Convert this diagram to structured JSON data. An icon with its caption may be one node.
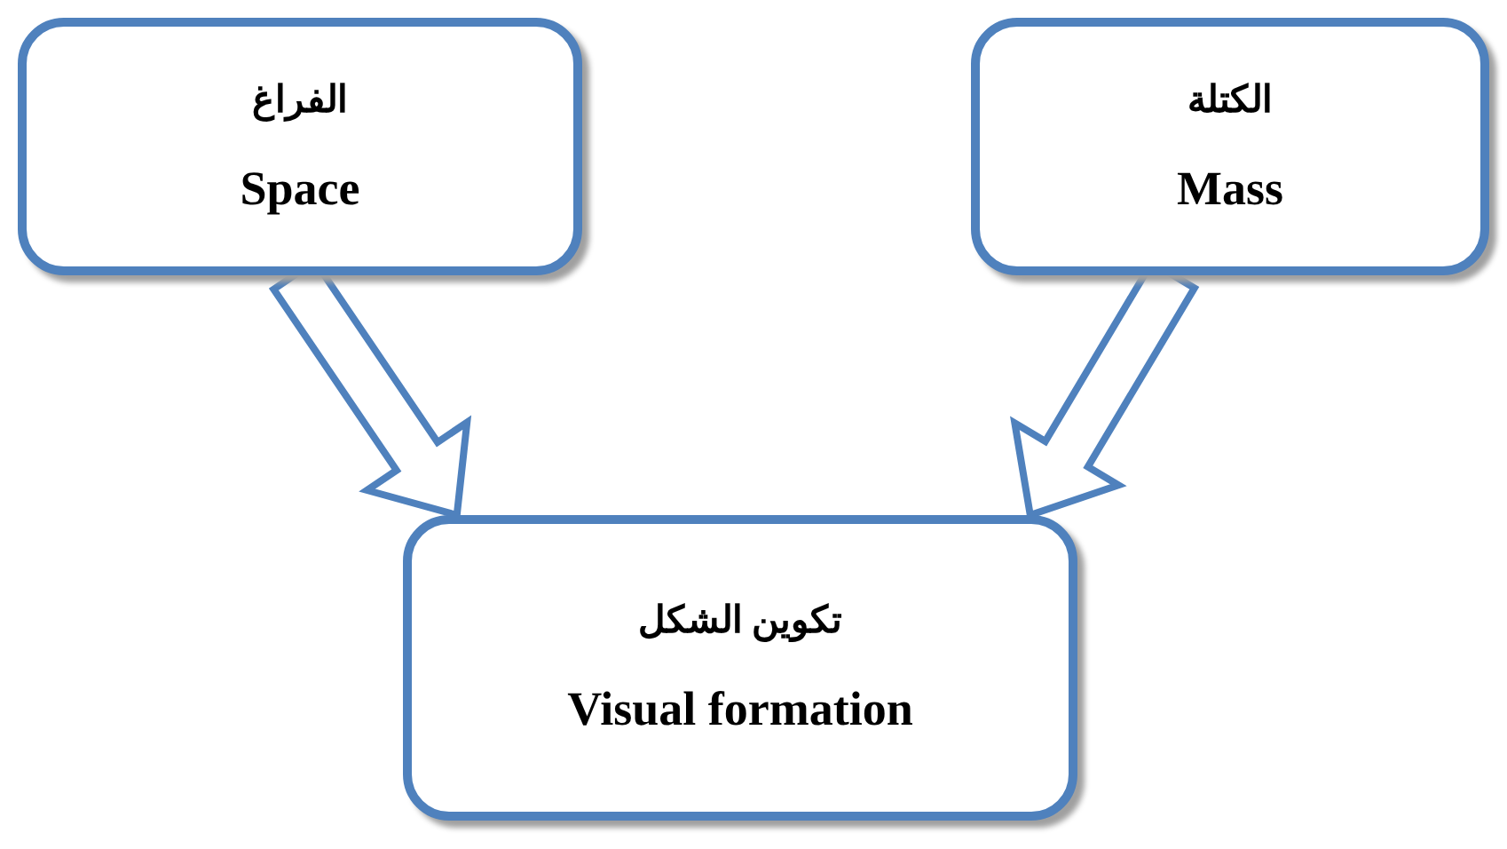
{
  "diagram": {
    "nodes": [
      {
        "text": [
          "الفراغ",
          "Space"
        ]
      },
      {
        "text": [
          "الكتلة",
          "Mass"
        ]
      },
      {
        "text": [
          "تكوين الشكل",
          "Visual formation"
        ]
      }
    ],
    "edges": [
      {
        "from": 0,
        "to": 2,
        "arrow": "to",
        "style": "thick"
      },
      {
        "from": 1,
        "to": 2,
        "arrow": "to",
        "style": "thick"
      }
    ]
  }
}
